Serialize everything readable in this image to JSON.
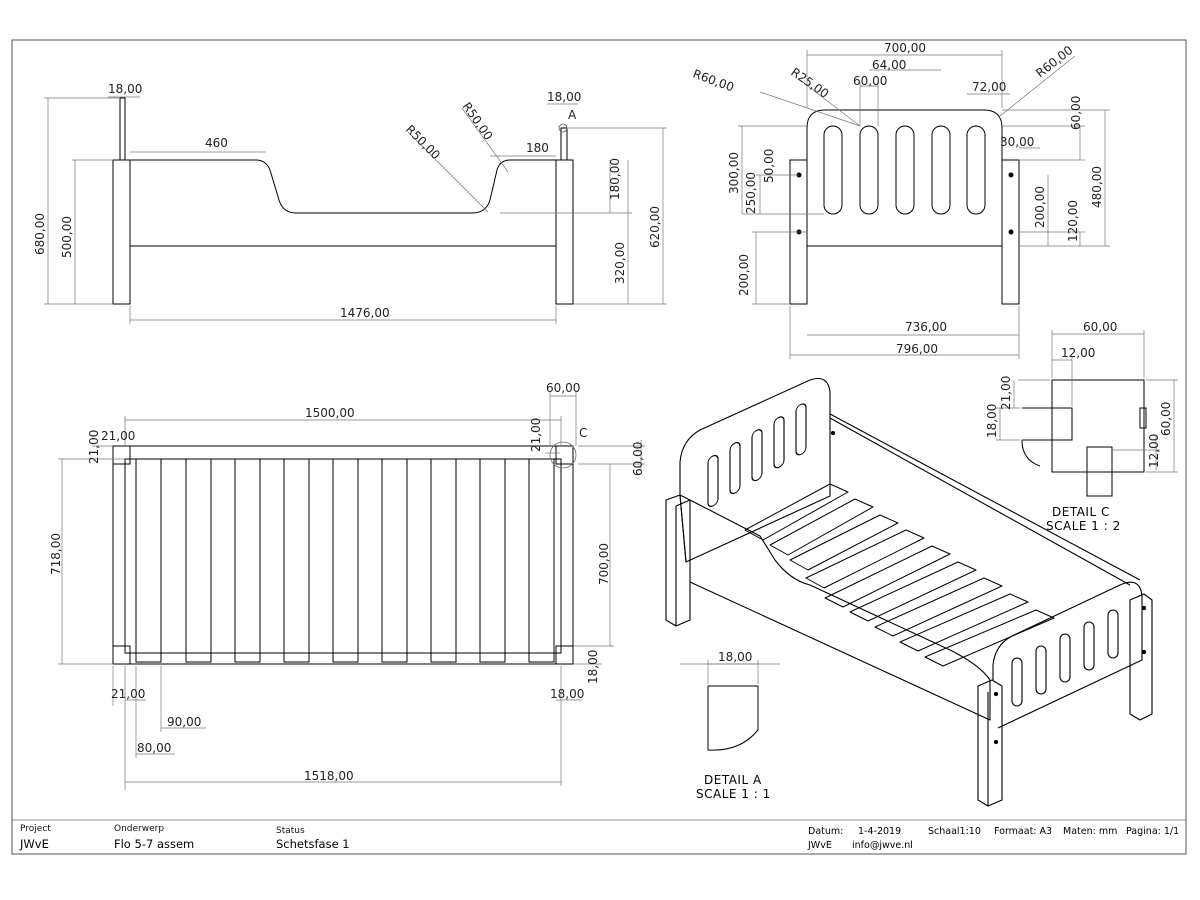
{
  "front_view": {
    "d_18": "18,00",
    "d_460": "460",
    "d_r50_a": "R50,00",
    "d_r50_b": "R50,00",
    "d_18_top": "18,00",
    "marker_a": "A",
    "d_180": "180",
    "d_180v": "180,00",
    "d_680": "680,00",
    "d_500": "500,00",
    "d_620": "620,00",
    "d_320": "320,00",
    "d_1476": "1476,00"
  },
  "end_view": {
    "d_700": "700,00",
    "d_64": "64,00",
    "d_r60_left": "R60,00",
    "d_r25": "R25,00",
    "d_60": "60,00",
    "d_72": "72,00",
    "d_r60_right": "R60,00",
    "d_60v": "60,00",
    "d_30": "30,00",
    "d_300": "300,00",
    "d_50": "50,00",
    "d_250": "250,00",
    "d_200r": "200,00",
    "d_480": "480,00",
    "d_120": "120,00",
    "d_200l": "200,00",
    "d_736": "736,00",
    "d_796": "796,00"
  },
  "top_view": {
    "d_1500": "1500,00",
    "d_60": "60,00",
    "d_21a": "21,00",
    "d_21b": "21,00",
    "d_21c": "21,00",
    "marker_c": "C",
    "d_60v": "60,00",
    "d_718": "718,00",
    "d_700": "700,00",
    "d_18v": "18,00",
    "d_21bot": "21,00",
    "d_18bot": "18,00",
    "d_90": "90,00",
    "d_80": "80,00",
    "d_1518": "1518,00"
  },
  "detail_c": {
    "d_60": "60,00",
    "d_12": "12,00",
    "d_21": "21,00",
    "d_18": "18,00",
    "d_60v": "60,00",
    "d_12v": "12,00",
    "title": "DETAIL C",
    "scale": "SCALE 1 : 2"
  },
  "detail_a": {
    "d_18": "18,00",
    "title": "DETAIL A",
    "scale": "SCALE 1 : 1"
  },
  "title_block": {
    "project_label": "Project",
    "project_value": "JWvE",
    "subject_label": "Onderwerp",
    "subject_value": "Flo 5-7 assem",
    "status_label": "Status",
    "status_value": "Schetsfase 1",
    "date_label": "Datum:",
    "date_value": "1-4-2019",
    "scale_label": "Schaal1:10",
    "format_label": "Formaat: A3",
    "units_label": "Maten: mm",
    "page_label": "Pagina: 1/1",
    "author": "JWvE",
    "email": "info@jwve.nl"
  }
}
